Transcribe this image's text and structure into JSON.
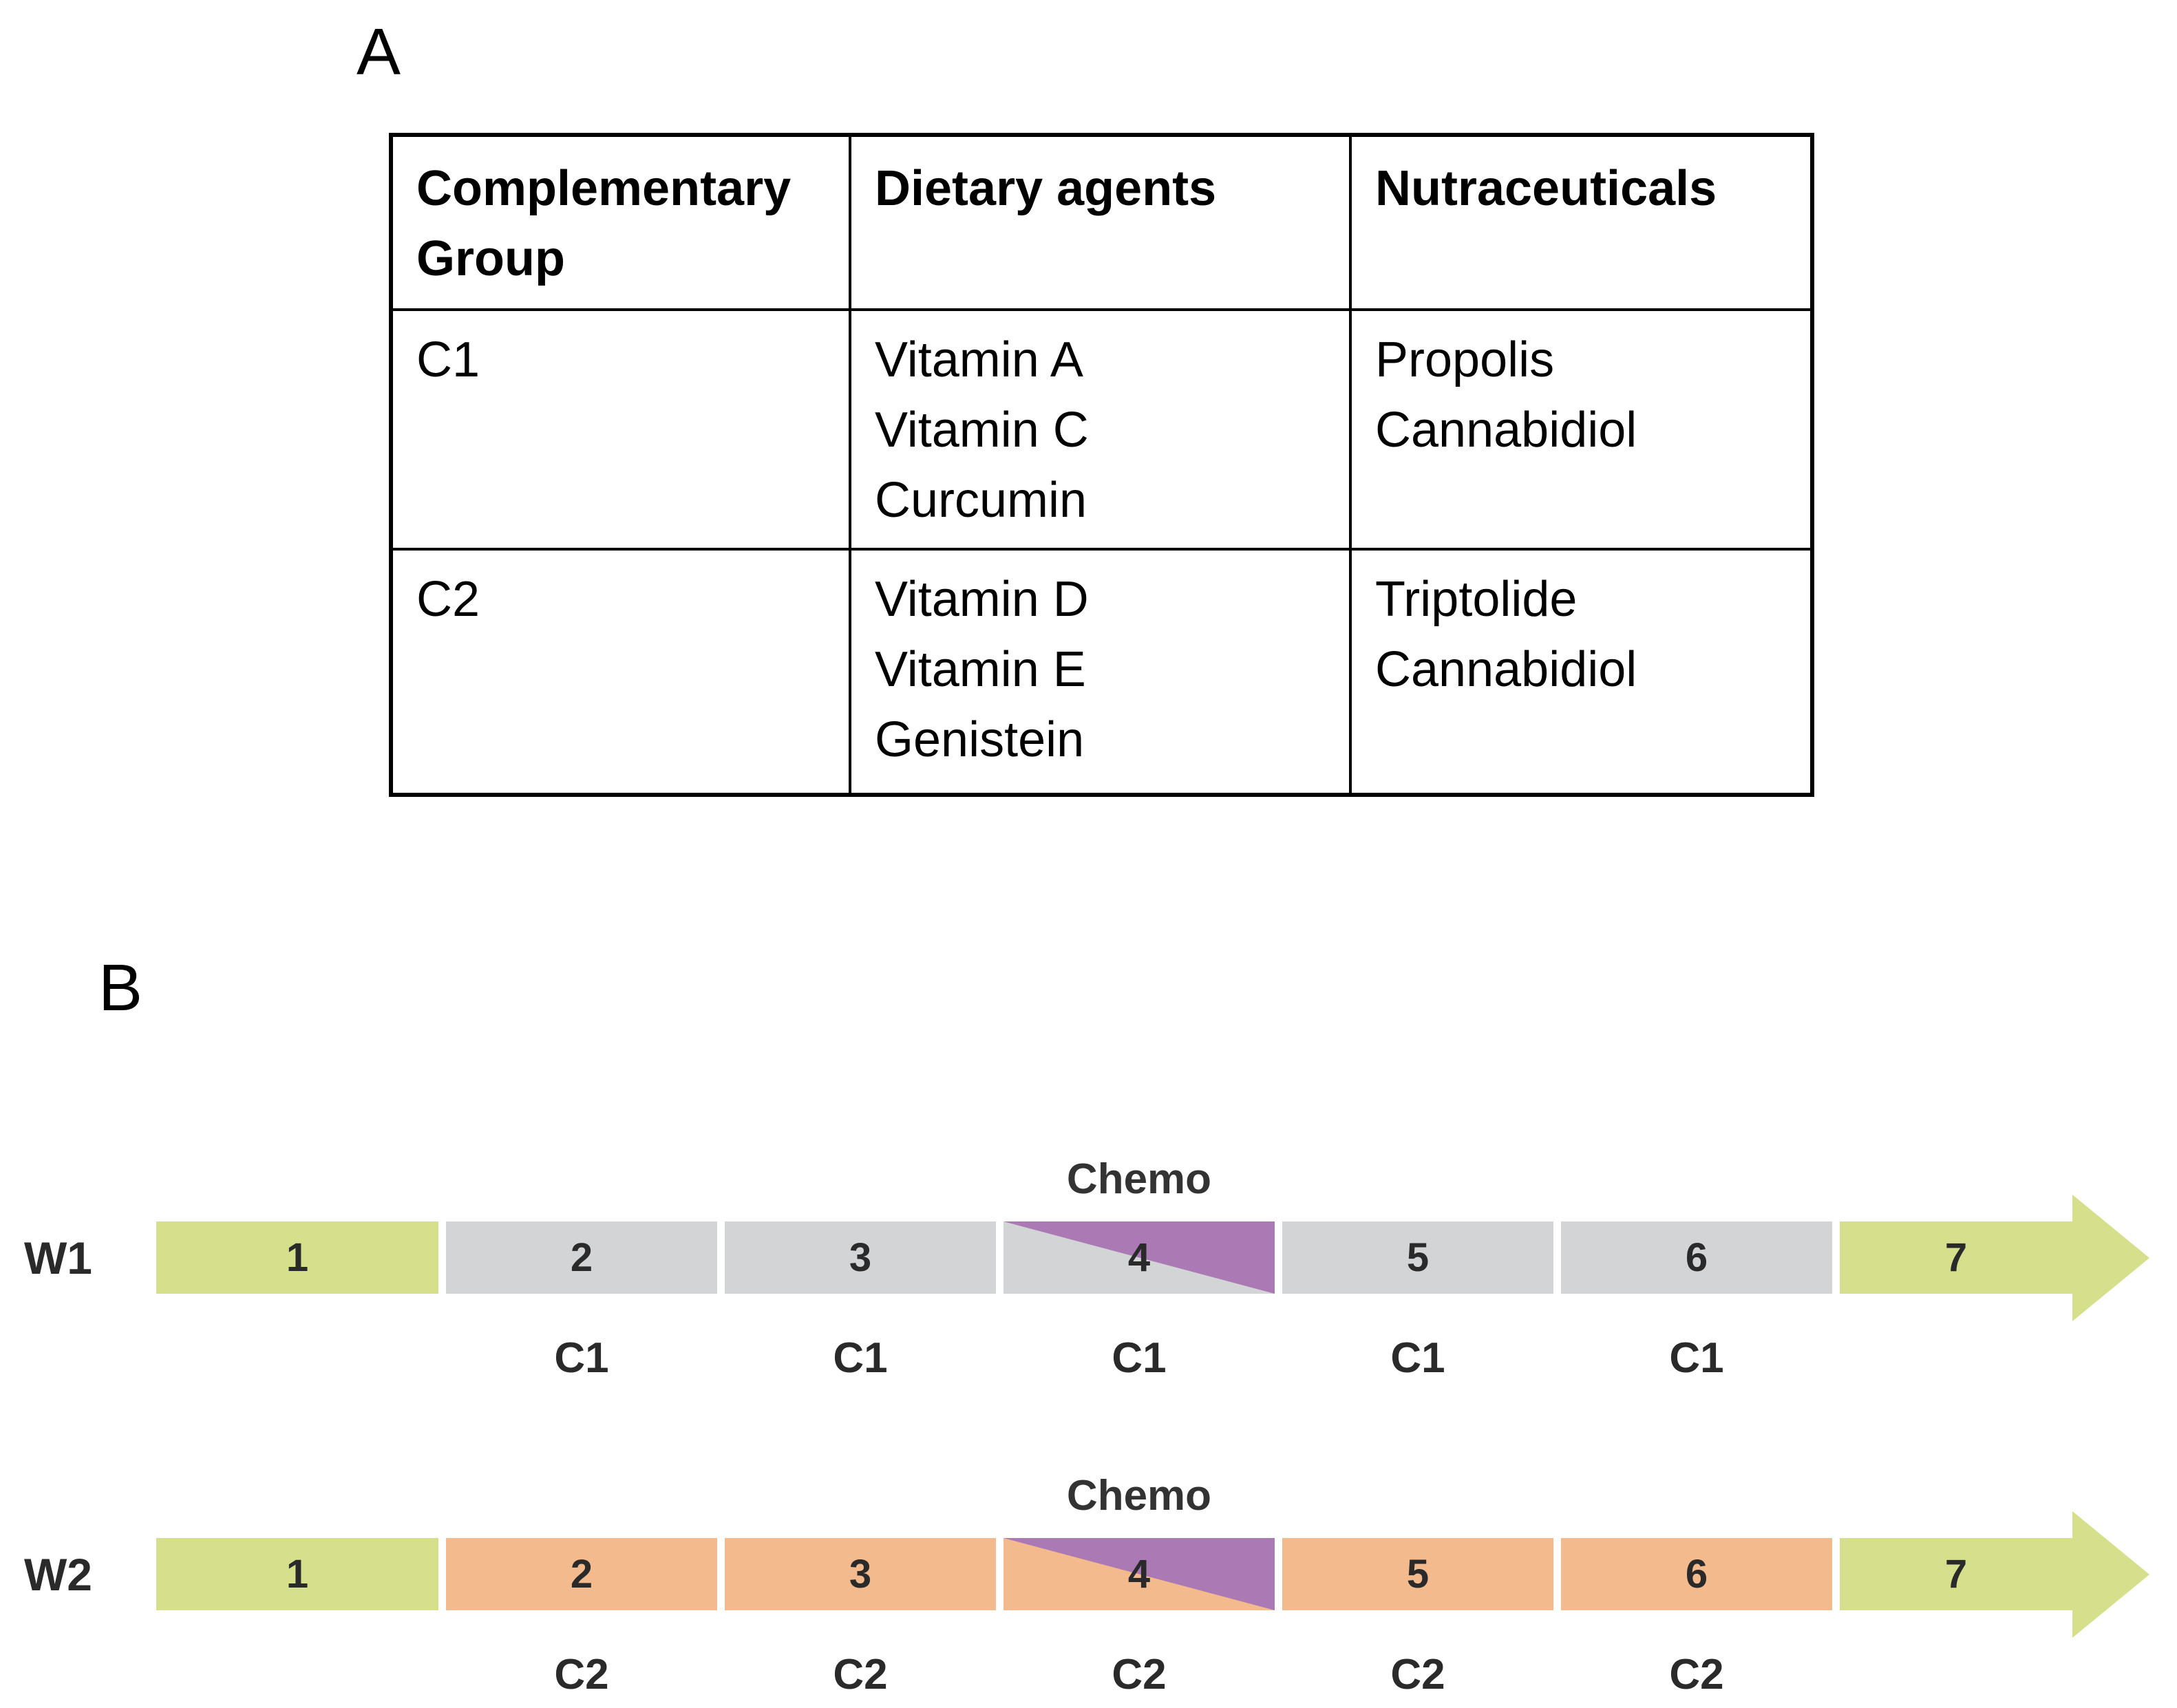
{
  "panel_a": {
    "label": "A",
    "table": {
      "headers": [
        "Complementary Group",
        "Dietary agents",
        "Nutraceuticals"
      ],
      "rows": [
        {
          "group": "C1",
          "dietary": [
            "Vitamin A",
            "Vitamin C",
            "Curcumin"
          ],
          "nutra": [
            "Propolis",
            "Cannabidiol"
          ]
        },
        {
          "group": "C2",
          "dietary": [
            "Vitamin D",
            "Vitamin E",
            "Genistein"
          ],
          "nutra": [
            "Triptolide",
            "Cannabidiol"
          ]
        }
      ]
    }
  },
  "panel_b": {
    "label": "B",
    "chemo_label": "Chemo",
    "colors": {
      "green": "#d6e08c",
      "gray": "#d2d4d6",
      "orange": "#f3ba8e",
      "purple": "#ab79b3"
    },
    "rows": [
      {
        "label": "W1",
        "weeks": [
          "1",
          "2",
          "3",
          "4",
          "5",
          "6",
          "7"
        ],
        "complement": "C1"
      },
      {
        "label": "W2",
        "weeks": [
          "1",
          "2",
          "3",
          "4",
          "5",
          "6",
          "7"
        ],
        "complement": "C2"
      }
    ]
  }
}
